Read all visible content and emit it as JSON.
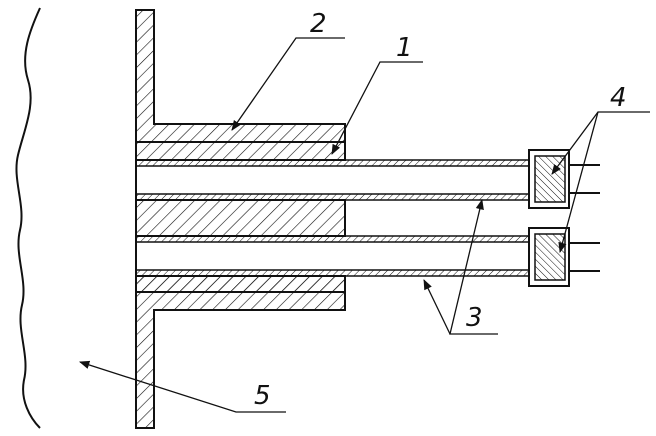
{
  "labels": {
    "l1": "1",
    "l2": "2",
    "l3": "3",
    "l4": "4",
    "l5": "5"
  },
  "colors": {
    "ink": "#111111",
    "paper": "#ffffff"
  }
}
